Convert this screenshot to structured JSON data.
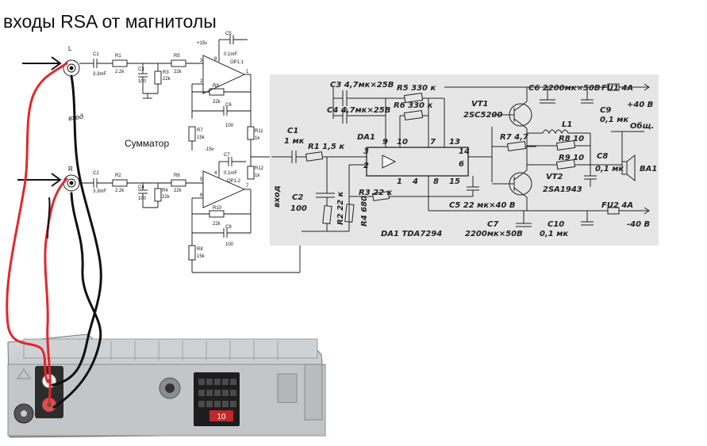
{
  "title": "входы RSA от магнитолы",
  "mixer": {
    "label": "Сумматор",
    "input_label": "вход",
    "jack_left": "L",
    "jack_right": "R",
    "supply_pos": "+15v",
    "supply_neg": "-15v",
    "op1": "OP1.1",
    "op2": "OP1.2",
    "parts": {
      "c1": "C1",
      "c1v": "3.3mF",
      "c2": "C2",
      "c2v": "3.3mF",
      "r1": "R1",
      "r1v": "2.2k",
      "r2": "R2",
      "r2v": "2.2k",
      "c3": "C3",
      "c3v": "100",
      "r3": "R3",
      "r3v": "22k",
      "c4": "C4",
      "c4v": "100",
      "r4": "R4",
      "r4v": "22k",
      "r5": "R5",
      "r5v": "22k",
      "r6": "R6",
      "r6v": "22k",
      "c5": "C5",
      "c5v": "0.1mF",
      "c7": "C7",
      "c7v": "0.1mF",
      "r9": "R9",
      "r9v": "22k",
      "c6": "C6",
      "c6v": "100",
      "r10": "R10",
      "r10v": "22k",
      "c8": "C8",
      "c8v": "100",
      "r7": "R7",
      "r7v": "15k",
      "r8": "R8",
      "r8v": "15k",
      "r11": "R11",
      "r11v": "1k",
      "r12": "R12",
      "r12v": "1k"
    },
    "pins": {
      "p8": "8",
      "p3": "3",
      "p2": "2",
      "p1": "1",
      "p4": "4",
      "p5": "5",
      "p6": "6",
      "p7": "7"
    }
  },
  "amp": {
    "c3": "C3 4,7мк×25В",
    "c4": "C4 4,7мк×25В",
    "da1": "DA1",
    "r5": "R5 330 к",
    "r6": "R6 330 к",
    "c6": "C6 2200мк×50В",
    "fu1": "FU1 4А",
    "plus40": "+40 В",
    "c9": "C9",
    "c9v": "0,1 мк",
    "vt1": "VT1",
    "vt1t": "2SC5200",
    "c1": "C1",
    "c1v": "1 мк",
    "r1": "R1 1,5 к",
    "obsh": "Общ.",
    "l1": "L1",
    "r7": "R7 4,7",
    "r8": "R8 10",
    "r9": "R9 10",
    "c8": "C8",
    "c8v": "0,1 мк",
    "ba1": "BA1",
    "vt2": "VT2",
    "vt2t": "2SA1943",
    "vhod": "вход",
    "c2": "C2",
    "c2v": "100",
    "r2": "R2 22 к",
    "r3": "R3 22 к",
    "r4": "R4 680",
    "c5": "C5 22 мк×40 В",
    "c7": "C7",
    "c7v": "2200мк×50В",
    "c10": "C10",
    "c10v": "0,1 мк",
    "fu2": "FU2 4А",
    "minus40": "-40 В",
    "chip": "DA1   TDA7294",
    "pins": {
      "p3": "3",
      "p2": "2",
      "p9": "9",
      "p10": "10",
      "p7": "7",
      "p13": "13",
      "p14": "14",
      "p6": "6",
      "p1": "1",
      "p4": "4",
      "p8": "8",
      "p15": "15"
    }
  },
  "radio": {
    "badge": "10"
  }
}
